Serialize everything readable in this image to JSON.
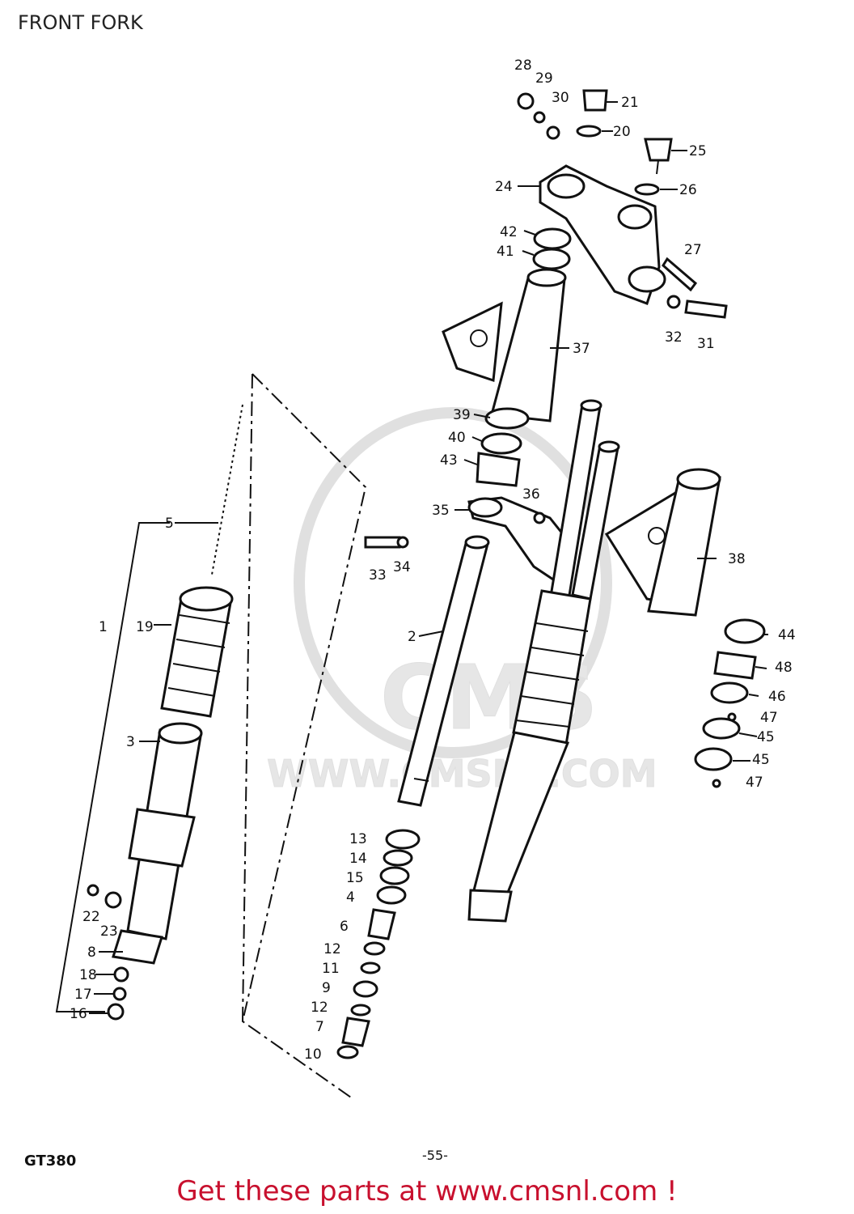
{
  "title": "FRONT FORK",
  "model": "GT380",
  "page_number": "-55-",
  "call_to_action": "Get these parts at www.cmsnl.com !",
  "watermark": {
    "brand": "CMS",
    "url": "WWW.CMSNL.COM"
  },
  "labels": {
    "l1": "1",
    "l2": "2",
    "l3": "3",
    "l4": "4",
    "l5": "5",
    "l6": "6",
    "l7": "7",
    "l8": "8",
    "l9": "9",
    "l10": "10",
    "l11": "11",
    "l12a": "12",
    "l12b": "12",
    "l13": "13",
    "l14": "14",
    "l15": "15",
    "l16": "16",
    "l17": "17",
    "l18": "18",
    "l19": "19",
    "l20": "20",
    "l21": "21",
    "l22": "22",
    "l23": "23",
    "l24": "24",
    "l25": "25",
    "l26": "26",
    "l27": "27",
    "l28": "28",
    "l29": "29",
    "l30": "30",
    "l31": "31",
    "l32": "32",
    "l33": "33",
    "l34": "34",
    "l35": "35",
    "l36": "36",
    "l37": "37",
    "l38": "38",
    "l39": "39",
    "l40": "40",
    "l41": "41",
    "l42": "42",
    "l43": "43",
    "l44": "44",
    "l45a": "45",
    "l45b": "45",
    "l46": "46",
    "l47a": "47",
    "l47b": "47",
    "l48": "48"
  },
  "colors": {
    "ink": "#111111",
    "link": "#c8102e",
    "watermark": "#e6e6e6"
  }
}
